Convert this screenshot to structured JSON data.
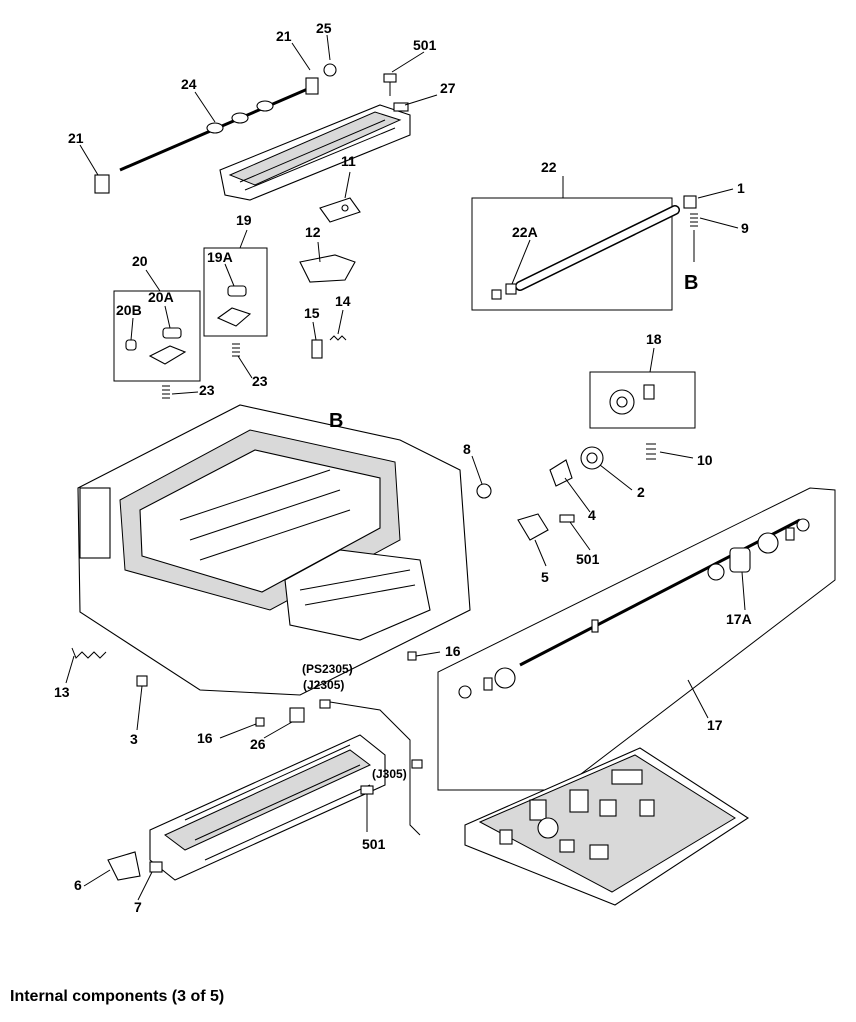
{
  "caption": "Internal components (3 of 5)",
  "callouts": {
    "c21a": "21",
    "c25": "25",
    "c501a": "501",
    "c24": "24",
    "c27": "27",
    "c21b": "21",
    "c11": "11",
    "c22": "22",
    "c1": "1",
    "c9": "9",
    "c19": "19",
    "c22A": "22A",
    "c12": "12",
    "c20": "20",
    "c19A": "19A",
    "cB1": "B",
    "c20A": "20A",
    "c20B": "20B",
    "c14": "14",
    "c15": "15",
    "c23a": "23",
    "c18": "18",
    "c23b": "23",
    "cB2": "B",
    "c8": "8",
    "c10": "10",
    "c2": "2",
    "c4": "4",
    "c501b": "501",
    "c5": "5",
    "c17A": "17A",
    "c16a": "16",
    "c13": "13",
    "cPS": "(PS2305)",
    "cJ2305": "(J2305)",
    "c17": "17",
    "c3": "3",
    "c16b": "16",
    "c26": "26",
    "cJ305": "(J305)",
    "c501c": "501",
    "c6": "6",
    "c7": "7"
  }
}
